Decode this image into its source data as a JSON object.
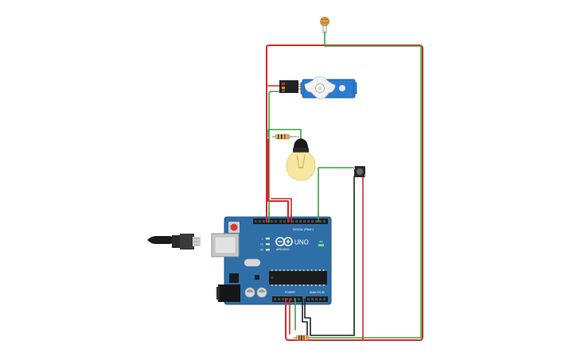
{
  "app": {
    "view": "circuit-schematic-canvas"
  },
  "board": {
    "logo_text": "ARDUINO",
    "model_text": "UNO",
    "digital_header_label": "DIGITAL (PWM~)",
    "power_label": "POWER",
    "analog_label": "ANALOG IN",
    "tx_label": "TX",
    "rx_label": "RX",
    "l_label": "L",
    "on_label": "ON"
  },
  "components": [
    {
      "name": "photoresistor",
      "icon": "photoresistor-icon"
    },
    {
      "name": "micro-servo",
      "icon": "servo-icon"
    },
    {
      "name": "resistor-bulb",
      "icon": "resistor-icon"
    },
    {
      "name": "light-bulb",
      "icon": "bulb-icon"
    },
    {
      "name": "pushbutton",
      "icon": "pushbutton-icon"
    },
    {
      "name": "resistor-bottom",
      "icon": "resistor-icon"
    },
    {
      "name": "usb-cable",
      "icon": "usb-cable-icon"
    }
  ],
  "colors": {
    "board": "#2f6fa8",
    "board_dark": "#1e5487",
    "wire_red": "#d42a2a",
    "wire_green": "#3fa33f",
    "wire_black": "#222222",
    "servo_blue": "#2c7bd1",
    "bulb_yellow": "#f6e7a1"
  }
}
